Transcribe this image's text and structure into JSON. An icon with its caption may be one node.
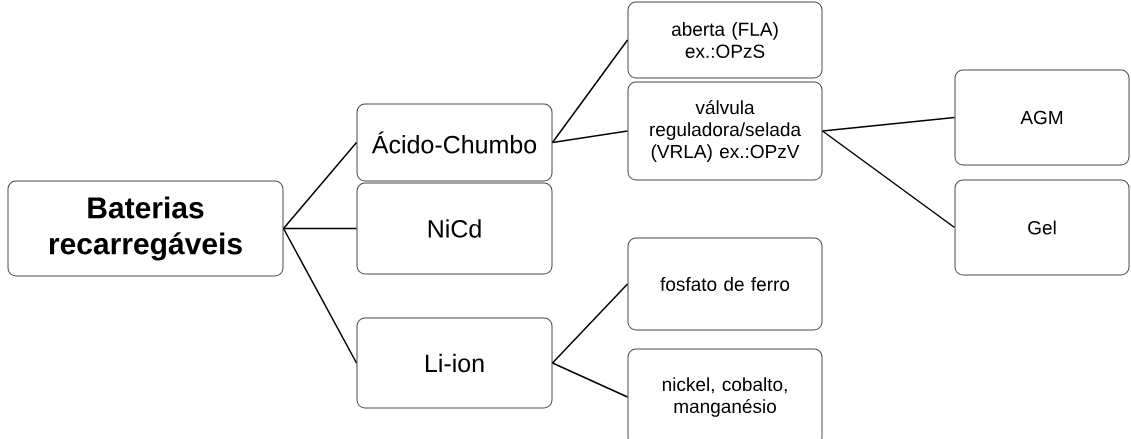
{
  "diagram": {
    "nodes": [
      {
        "text": [
          "Baterias recarregáveis"
        ]
      },
      {
        "text": [
          "Ácido-Chumbo"
        ]
      },
      {
        "text": [
          "NiCd"
        ]
      },
      {
        "text": [
          "Li-ion"
        ]
      },
      {
        "text": [
          "aberta (FLA) ex.:OPzS"
        ]
      },
      {
        "text": [
          "válvula reguladora/selada (VRLA) ex.:OPzV"
        ]
      },
      {
        "text": [
          "AGM"
        ]
      },
      {
        "text": [
          "Gel"
        ]
      },
      {
        "text": [
          "fosfato de ferro"
        ]
      },
      {
        "text": [
          "nickel, cobalto, manganésio"
        ]
      }
    ],
    "edges": [
      {
        "from": 0,
        "to": 1,
        "arrow": "none"
      },
      {
        "from": 0,
        "to": 2,
        "arrow": "none"
      },
      {
        "from": 0,
        "to": 3,
        "arrow": "none"
      },
      {
        "from": 1,
        "to": 4,
        "arrow": "none"
      },
      {
        "from": 1,
        "to": 5,
        "arrow": "none"
      },
      {
        "from": 5,
        "to": 6,
        "arrow": "none"
      },
      {
        "from": 5,
        "to": 7,
        "arrow": "none"
      },
      {
        "from": 3,
        "to": 8,
        "arrow": "none"
      },
      {
        "from": 3,
        "to": 9,
        "arrow": "none"
      }
    ]
  }
}
